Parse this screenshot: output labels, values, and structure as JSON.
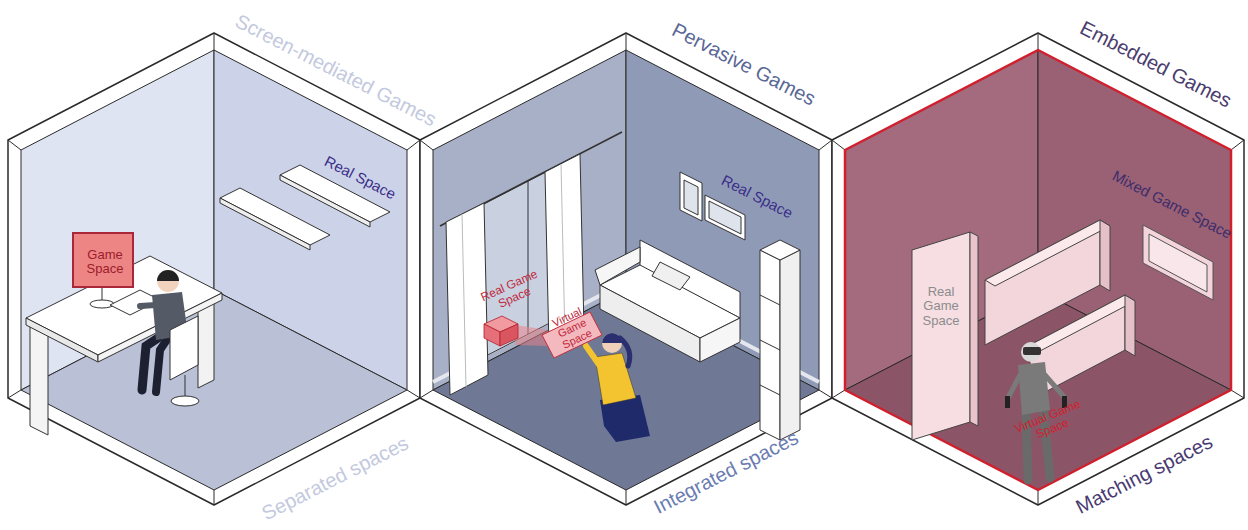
{
  "diagram": {
    "nodes": [
      {
        "text": [
          "Screen-mediated Games",
          "Real Space",
          "Separated spaces"
        ]
      },
      {
        "text": [
          "Game Space"
        ],
        "in": 0
      },
      {
        "text": [
          "Pervasive Games",
          "Real Space",
          "Integrated spaces"
        ]
      },
      {
        "text": [
          "Real Game Space"
        ],
        "in": 2
      },
      {
        "text": [
          "Virtual Game Space"
        ],
        "in": 2
      },
      {
        "text": [
          "Embedded Games",
          "Mixed Game Space",
          "Matching spaces"
        ]
      },
      {
        "text": [
          "Real Game Space"
        ],
        "in": 5
      },
      {
        "text": [
          "Virtual Game Space"
        ],
        "in": 5
      }
    ]
  }
}
